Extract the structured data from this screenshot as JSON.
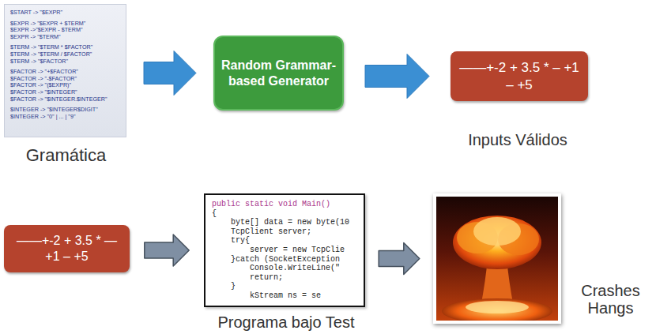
{
  "diagram": {
    "nodes": [
      {
        "text": [
          "$START -> \"$EXPR\"",
          "$EXPR -> \"$EXPR + $TERM\"",
          "$EXPR ->\"$EXPR - $TERM\"",
          "$EXPR -> \"$TERM\"",
          "$TERM -> \"$TERM * $FACTOR\"",
          "$TERM -> \"$TERM / $FACTOR\"",
          "$TERM -> \"$FACTOR\"",
          "$FACTOR -> \"+$FACTOR\"",
          "$FACTOR -> \"-$FACTOR\"",
          "$FACTOR -> \"($EXPR)\"",
          "$FACTOR -> \"$INTEGER\"",
          "$FACTOR -> \"$INTEGER.$INTEGER\"",
          "$INTEGER -> \"$INTEGER$DIGIT\"",
          "$INTEGER -> \"0\" | ... | \"9\"",
          "Gramática"
        ]
      },
      {
        "text": [
          "Random Grammar-based Generator"
        ]
      },
      {
        "text": [
          "——+-2 + 3.5 * – +1 – +5",
          "Inputs Válidos"
        ]
      },
      {
        "text": [
          "——+-2 + 3.5 * —+1 – +5"
        ]
      },
      {
        "text": [
          "public static void Main()",
          "{",
          "    byte[] data = new byte(10",
          "    TcpClient server;",
          "    try{",
          "        server = new TcpClie",
          "    }catch (SocketException",
          "        Console.WriteLine(\"",
          "        return;",
          "    }",
          "        kStream ns = se",
          "Programa bajo Test"
        ]
      },
      {
        "text": [
          "Crashes Hangs"
        ]
      }
    ],
    "edges": [
      {
        "from": 0,
        "to": 1,
        "arrow": "to"
      },
      {
        "from": 1,
        "to": 2,
        "arrow": "to"
      },
      {
        "from": 3,
        "to": 4,
        "arrow": "to"
      },
      {
        "from": 4,
        "to": 5,
        "arrow": "to"
      }
    ]
  }
}
